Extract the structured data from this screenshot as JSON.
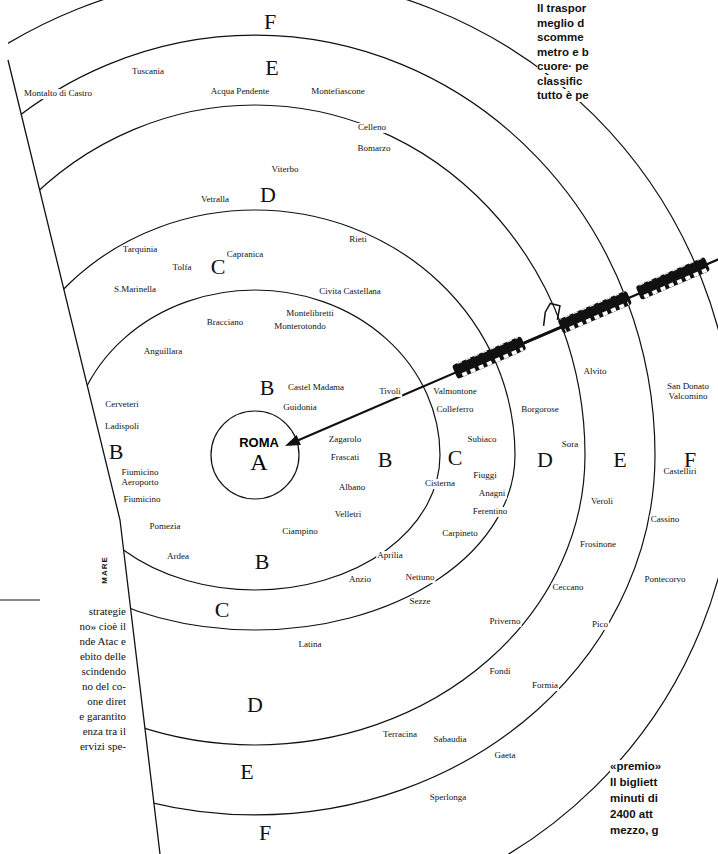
{
  "diagram": {
    "nodes": [
      {
        "text": [
          "ROMA",
          "A"
        ]
      }
    ],
    "labels": [
      "F",
      "E",
      "D",
      "C",
      "B",
      "B",
      "B",
      "C",
      "D",
      "E",
      "F",
      "B",
      "C",
      "D",
      "E",
      "F",
      "Montalto di Castro",
      "Tuscania",
      "Acqua Pendente",
      "Montefiascone",
      "Celleno",
      "Bomarzo",
      "Viterbo",
      "Vetralla",
      "Rieti",
      "Tarquinia",
      "Capranica",
      "Tolfa",
      "S.Marinella",
      "Civita Castellana",
      "Montelibretti",
      "Bracciano",
      "Monterotondo",
      "Anguillara",
      "Castel Madama",
      "Guidonia",
      "Tivoli",
      "Valmontone",
      "Colleferro",
      "Borgorose",
      "Zagarolo",
      "Frascati",
      "Subiaco",
      "Cisterna",
      "Fiuggi",
      "Anagni",
      "Ferentino",
      "Carpineto",
      "Cerveteri",
      "Ladispoli",
      "Fiumicino Aeroporto",
      "Fiumicino",
      "Pomezia",
      "Ardea",
      "Ciampino",
      "Albano",
      "Velletri",
      "Aprilia",
      "Anzio",
      "Nettuno",
      "Sezze",
      "Latina",
      "Priverno",
      "Ceccano",
      "Pico",
      "Frosinone",
      "Veroli",
      "Sora",
      "Alvito",
      "San Donato Valcomino",
      "Castelliri",
      "Cassino",
      "Pontecorvo",
      "Fondi",
      "Formia",
      "Terracina",
      "Sabaudia",
      "Gaeta",
      "Sperlonga",
      "MARE",
      "Il traspor",
      "meglio d",
      "scomme",
      "metro e b",
      "cuore· pe",
      "classific",
      "tutto è pe",
      "«premio»",
      "Il bigliett",
      "minuti di",
      "2400 att",
      "mezzo, g",
      "strategie",
      "no» cioè il",
      "nde Atac e",
      "ebito delle",
      "scindendo",
      "no del co-",
      "one diret",
      "e garantito",
      "enza tra il",
      "ervizi spe-"
    ]
  }
}
